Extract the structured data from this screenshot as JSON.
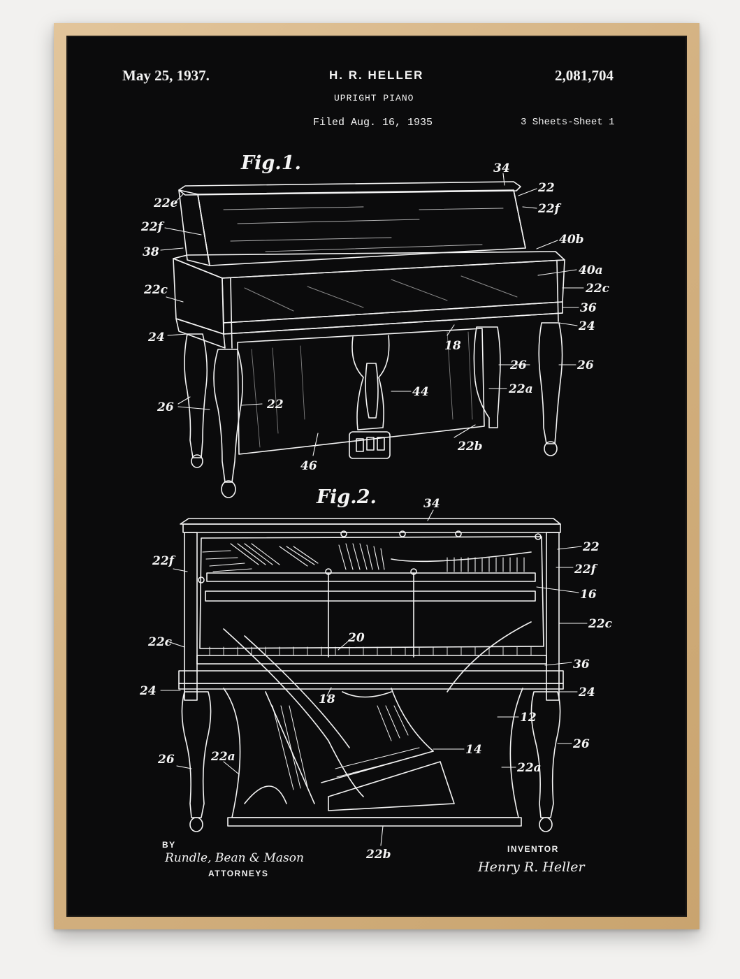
{
  "header": {
    "date": "May 25, 1937.",
    "inventor_short": "H. R. HELLER",
    "title": "UPRIGHT PIANO",
    "filed": "Filed Aug. 16, 1935",
    "patent_number": "2,081,704",
    "sheets": "3 Sheets-Sheet 1"
  },
  "figures": {
    "fig1": "Fig.1.",
    "fig2": "Fig.2."
  },
  "labels_fig1": {
    "l34": "34",
    "l22a_top": "22",
    "l22f_r": "22f",
    "l40b": "40b",
    "l40a": "40a",
    "l22c_r": "22c",
    "l36": "36",
    "l24_r": "24",
    "l26_r1": "26",
    "l26_r2": "26",
    "l22a": "22a",
    "l22b": "22b",
    "l44": "44",
    "l18": "18",
    "l46": "46",
    "l22_mid": "22",
    "l26_l": "26",
    "l24_l": "24",
    "l22c_l": "22c",
    "l38": "38",
    "l22f_l": "22f",
    "l22e": "22e"
  },
  "labels_fig2": {
    "l34": "34",
    "l22": "22",
    "l22f_r": "22f",
    "l16": "16",
    "l22c_r": "22c",
    "l36": "36",
    "l24_r": "24",
    "l12": "12",
    "l26_r": "26",
    "l14": "14",
    "l22a_r": "22a",
    "l22b": "22b",
    "l22a_l": "22a",
    "l26_l": "26",
    "l24_l": "24",
    "l22c_l": "22c",
    "l22f_l": "22f",
    "l20": "20",
    "l18": "18"
  },
  "footer": {
    "by": "BY",
    "attorneys_signature": "Rundle, Bean & Mason",
    "attorneys": "ATTORNEYS",
    "inventor_label": "INVENTOR",
    "inventor_signature": "Henry R. Heller"
  },
  "colors": {
    "frame": "#d4b282",
    "poster_bg": "#0b0b0c",
    "ink": "#f4f4f4",
    "wall": "#f2f1ef"
  }
}
